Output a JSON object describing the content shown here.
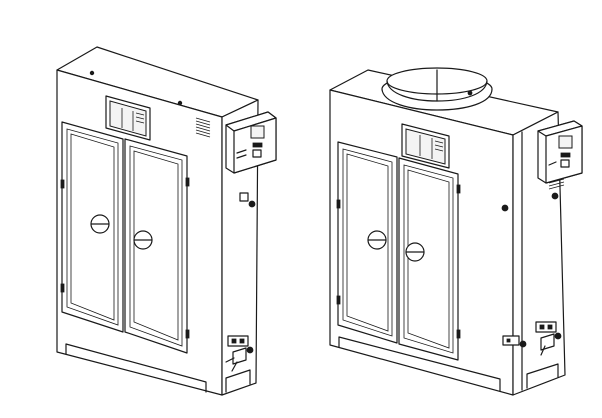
{
  "figure": {
    "items": [
      {
        "id": "cabinet-left",
        "lid": "flat",
        "doors": 2
      },
      {
        "id": "cabinet-right",
        "lid": "round-dome",
        "doors": 2
      }
    ]
  },
  "colors": {
    "line": "#1a1a1a",
    "background": "#ffffff"
  }
}
